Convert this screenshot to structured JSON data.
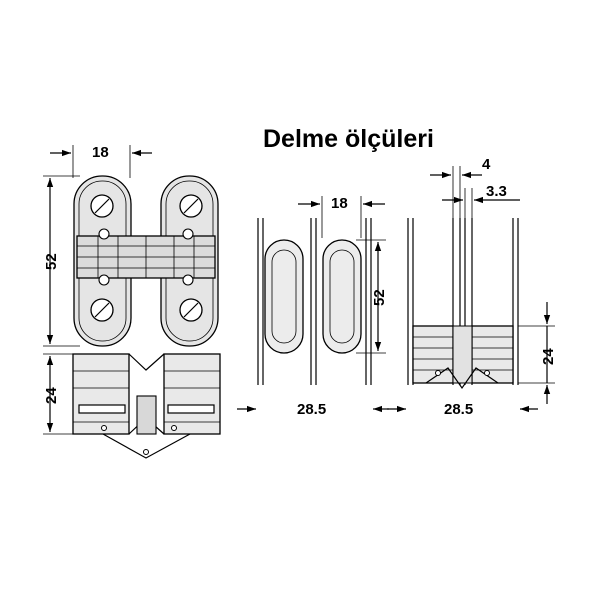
{
  "title": "Delme ölçüleri",
  "dimensions": {
    "hinge_width": "18",
    "hinge_height": "52",
    "hinge_depth": "24",
    "slot_width": "18",
    "slot_height": "52",
    "slot_spacing": "28.5",
    "section_gap": "4",
    "section_offset": "3.3",
    "section_depth": "24",
    "section_spacing": "28.5"
  }
}
